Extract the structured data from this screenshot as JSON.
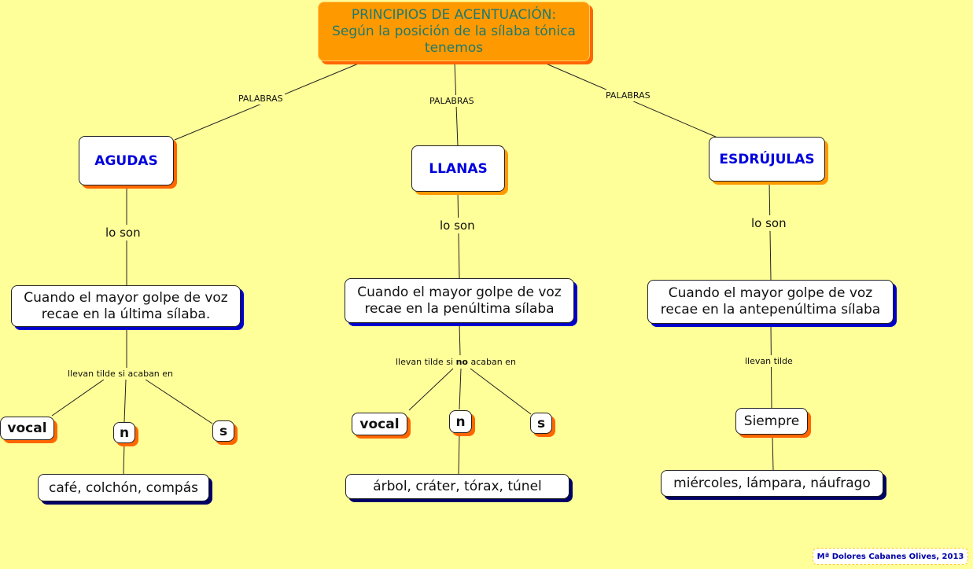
{
  "root": {
    "line1": "PRINCIPIOS DE ACENTUACIÓN:",
    "line2": "Según la posición de la sílaba tónica",
    "line3": "tenemos"
  },
  "branches": [
    {
      "link_label": "PALABRAS",
      "category": "AGUDAS",
      "lo_son": "lo son",
      "desc_line1": "Cuando el mayor golpe de voz",
      "desc_line2": "recae en la última sílaba.",
      "rule_prefix": "llevan tilde si acaban en",
      "endings": [
        "vocal",
        "n",
        "s"
      ],
      "example": "café, colchón, compás"
    },
    {
      "link_label": "PALABRAS",
      "category": "LLANAS",
      "lo_son": "lo son",
      "desc_line1": "Cuando el mayor golpe de voz",
      "desc_line2": "recae en la penúltima sílaba",
      "rule_prefix": "llevan tilde si ",
      "rule_bold": "no",
      "rule_suffix": " acaban en",
      "endings": [
        "vocal",
        "n",
        "s"
      ],
      "example": "árbol, cráter, tórax, túnel"
    },
    {
      "link_label": "PALABRAS",
      "category": "ESDRÚJULAS",
      "lo_son": "lo son",
      "desc_line1": "Cuando el mayor golpe de voz",
      "desc_line2": "recae en la antepenúltima sílaba",
      "rule_prefix": "llevan tilde",
      "always": "Siempre",
      "example": "miércoles, lámpara, náufrago"
    }
  ],
  "credit": "Mª Dolores Cabanes Olives, 2013",
  "colors": {
    "background": "#ffff99",
    "root_fill": "#ff9900",
    "root_text": "#1e7a6e",
    "category_text": "#0000dd"
  }
}
